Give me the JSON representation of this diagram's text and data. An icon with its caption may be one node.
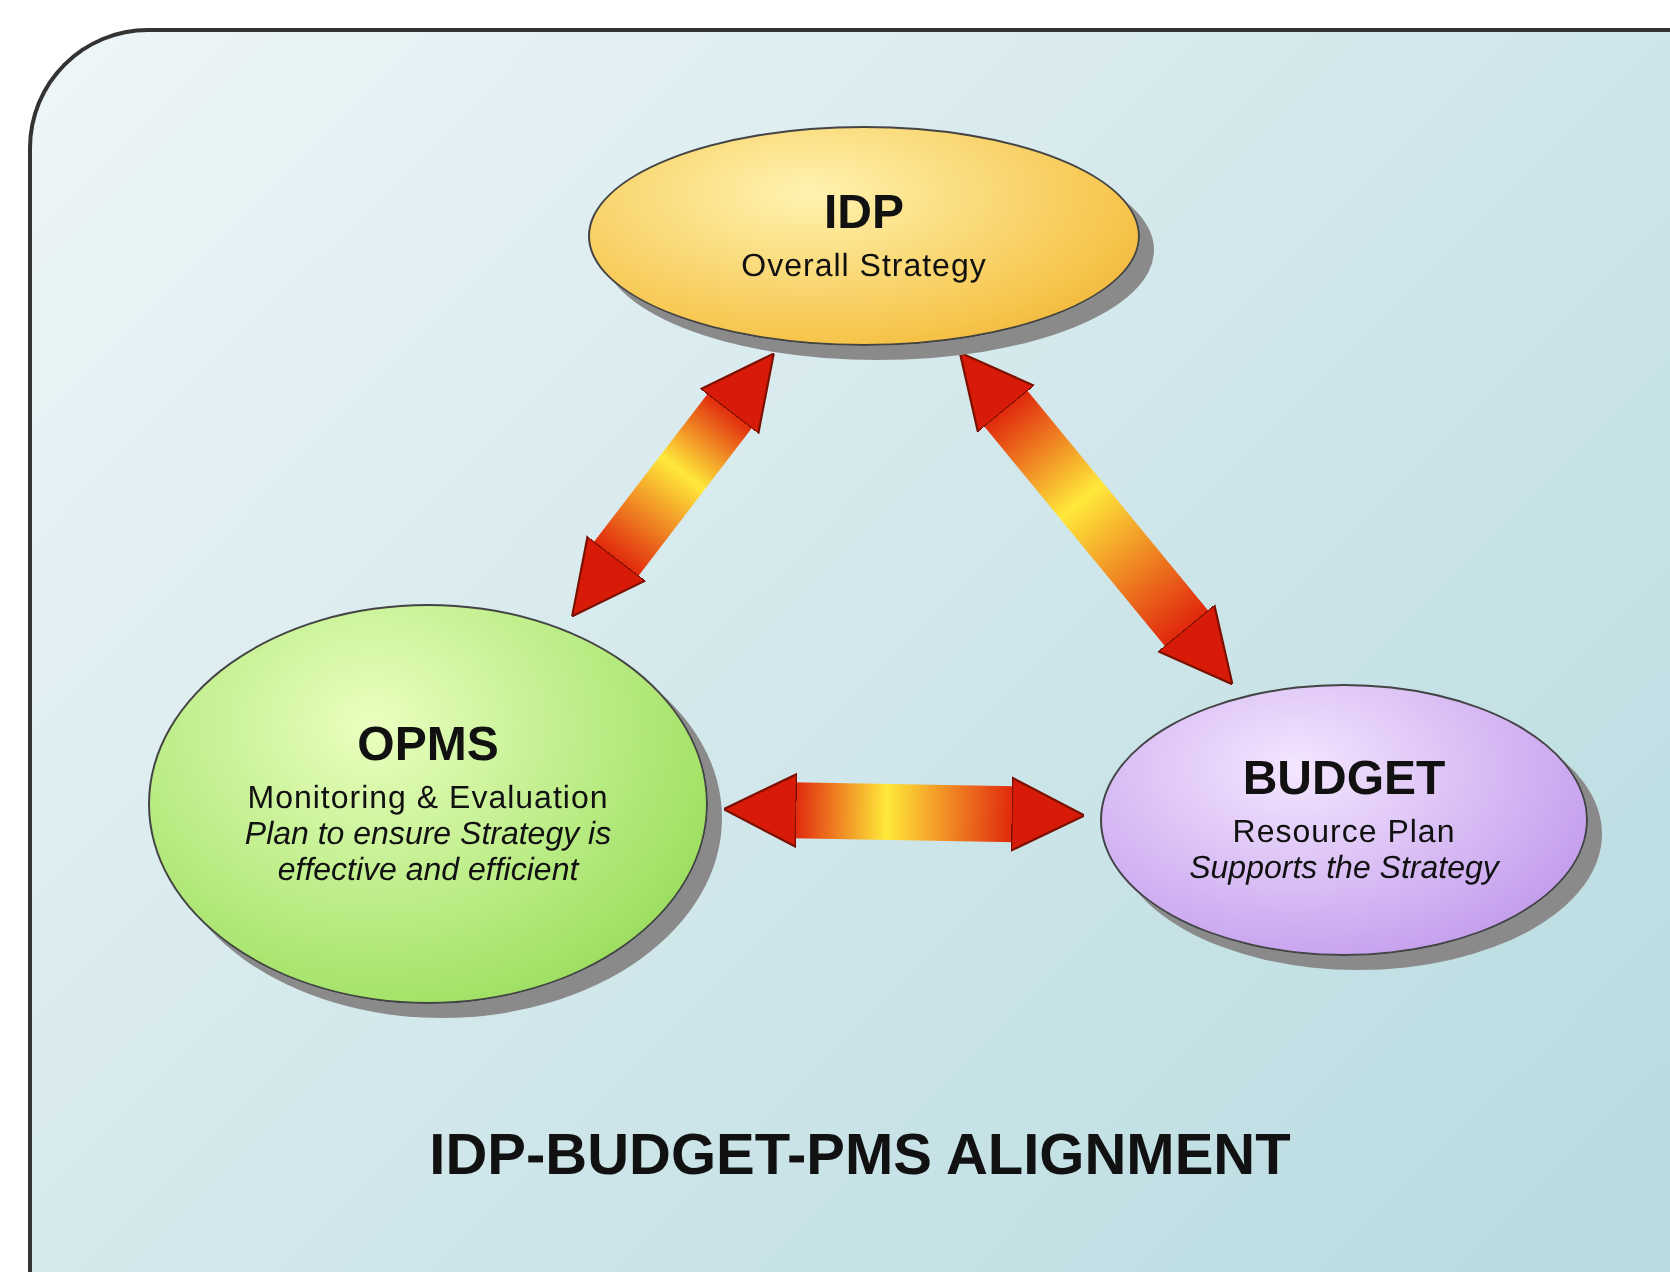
{
  "diagram": {
    "title": "IDP-BUDGET-PMS ALIGNMENT",
    "nodes": [
      {
        "text": [
          "IDP",
          "Overall Strategy"
        ]
      },
      {
        "text": [
          "OPMS",
          "Monitoring & Evaluation",
          "Plan to ensure Strategy is effective and efficient"
        ]
      },
      {
        "text": [
          "BUDGET",
          "Resource Plan",
          "Supports the Strategy"
        ]
      }
    ],
    "edges": [
      {
        "from": 0,
        "to": 1,
        "arrow": "both",
        "style": "thick"
      },
      {
        "from": 0,
        "to": 2,
        "arrow": "both",
        "style": "thick"
      },
      {
        "from": 1,
        "to": 2,
        "arrow": "both",
        "style": "thick"
      }
    ]
  }
}
